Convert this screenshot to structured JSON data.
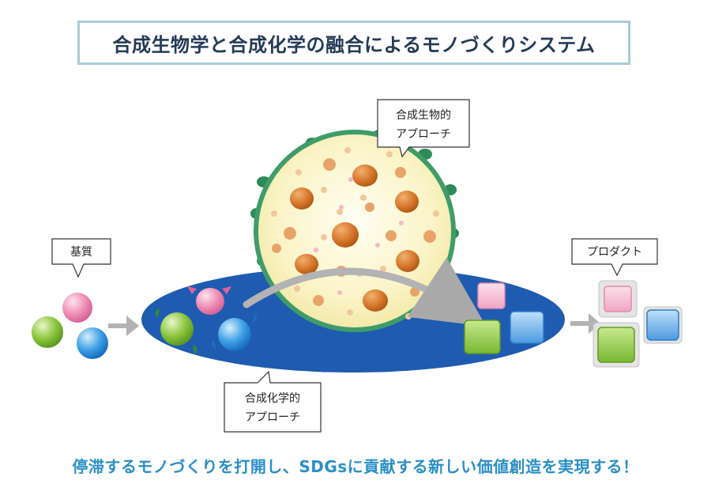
{
  "title": "合成生物学と合成化学の融合によるモノづくりシステム",
  "labels": {
    "substrate": "基質",
    "bio_line1": "合成生物的",
    "bio_line2": "アプローチ",
    "chem_line1": "合成化学的",
    "chem_line2": "アプローチ",
    "product": "プロダクト"
  },
  "tagline": "停滞するモノづくりを打開し、SDGsに貢献する新しい価値創造を実現する！",
  "colors": {
    "title_border": "#a9cbd8",
    "title_text": "#243a55",
    "tagline": "#2a8fc7",
    "ellipse": "#1f5bb0",
    "cell_border": "#3f9c6a",
    "cell_fill": "#fbf4c8",
    "pink": "#f0a6c4",
    "green": "#8cc63f",
    "blue": "#3ea0e6"
  }
}
